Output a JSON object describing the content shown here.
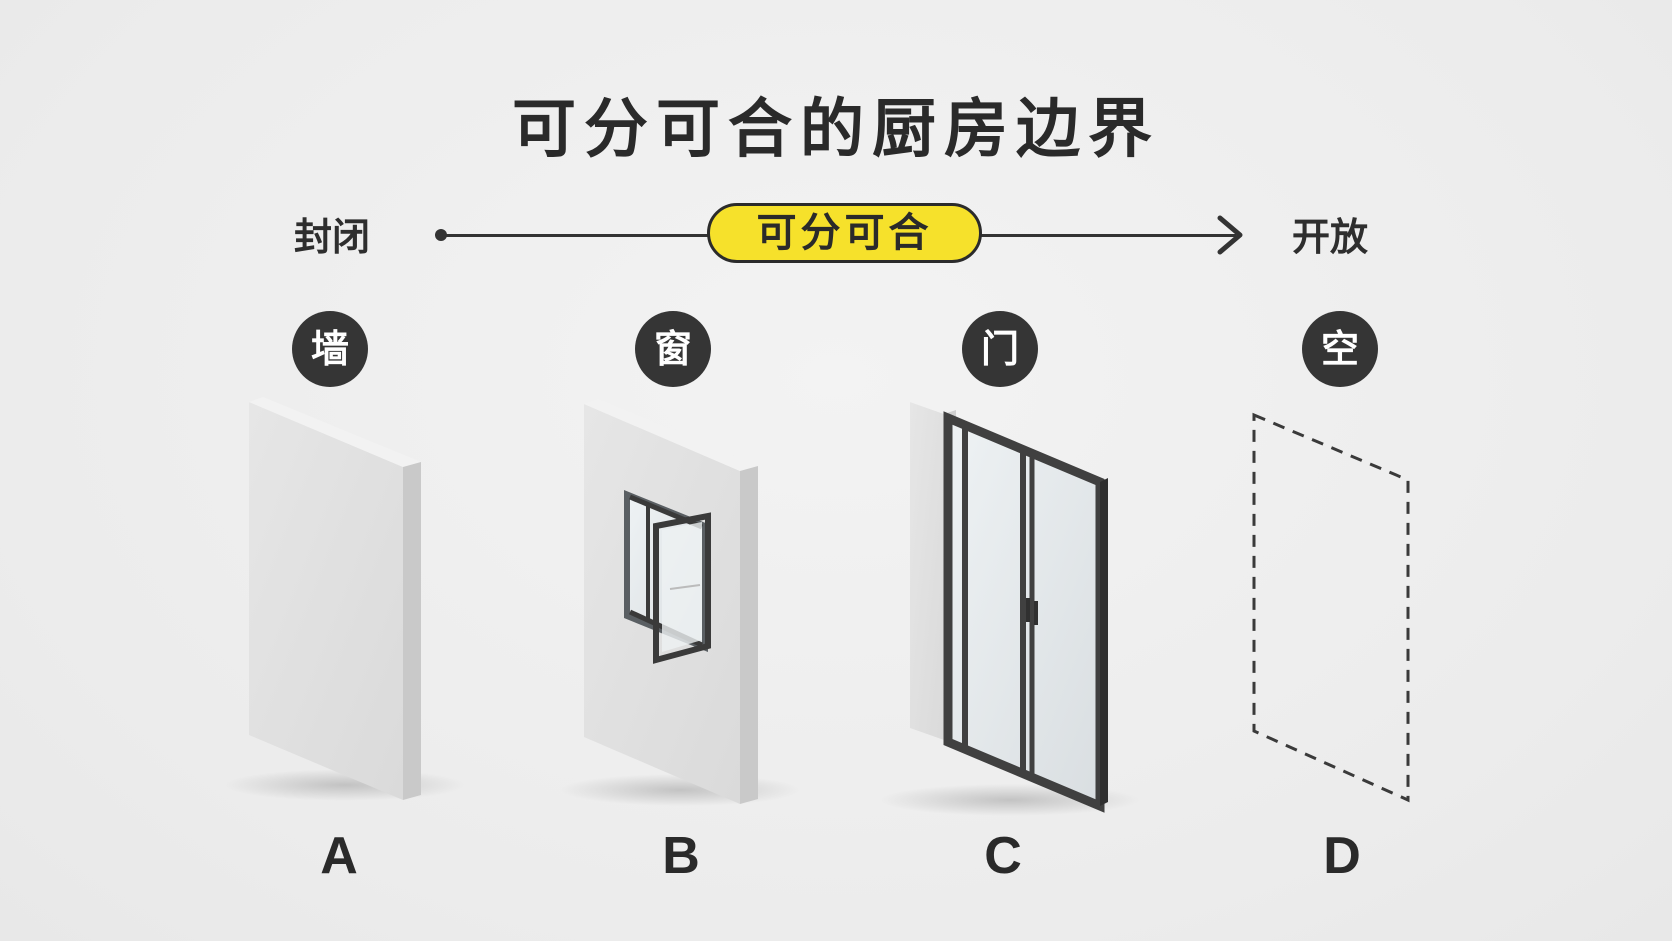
{
  "title": "可分可合的厨房边界",
  "spectrum": {
    "start_label": "封闭",
    "middle_label": "可分可合",
    "end_label": "开放"
  },
  "options": [
    {
      "badge": "墙",
      "letter": "A"
    },
    {
      "badge": "窗",
      "letter": "B"
    },
    {
      "badge": "门",
      "letter": "C"
    },
    {
      "badge": "空",
      "letter": "D"
    }
  ],
  "colors": {
    "highlight": "#f6e12b",
    "badge_bg": "#353535",
    "line": "#333333",
    "background": "#efefef"
  }
}
